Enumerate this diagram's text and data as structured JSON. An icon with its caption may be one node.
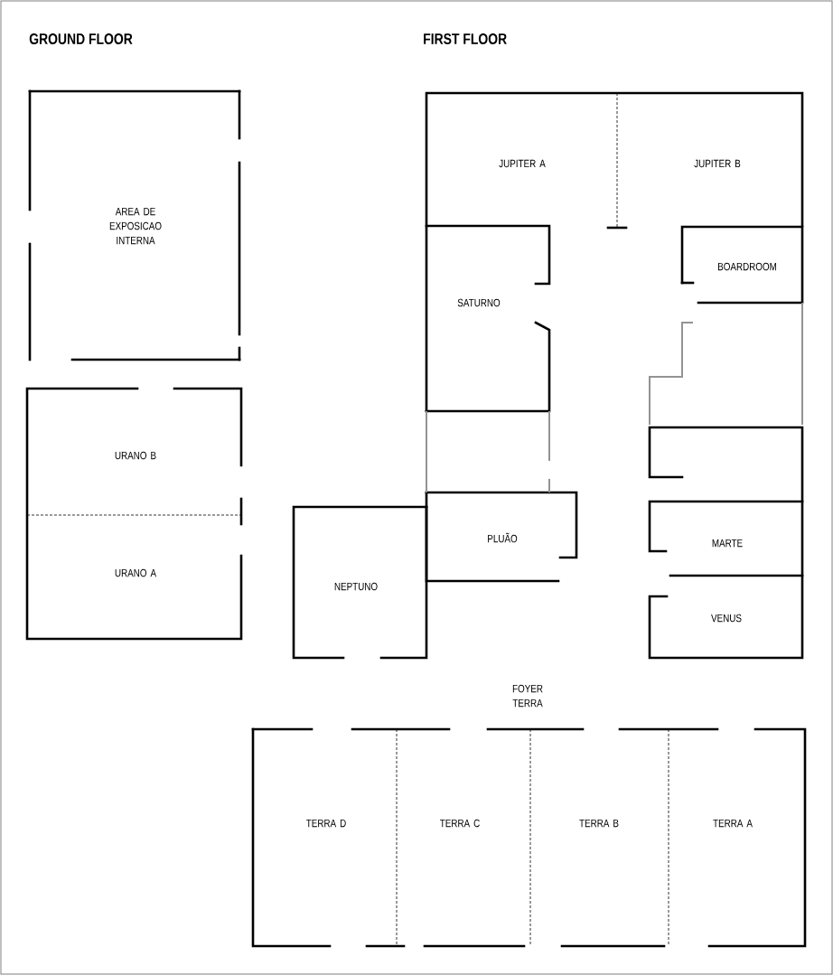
{
  "diagram": {
    "labels": [
      "GROUND FLOOR",
      "FIRST FLOOR",
      "JUPITER A",
      "JUPITER B",
      "AREA DE EXPOSICAO INTERNA",
      "BOARDROOM",
      "SATURNO",
      "URANO B",
      "PLUÃO",
      "MARTE",
      "URANO A",
      "NEPTUNO",
      "VENUS",
      "FOYER TERRA",
      "TERRA D",
      "TERRA C",
      "TERRA B",
      "TERRA A"
    ]
  }
}
